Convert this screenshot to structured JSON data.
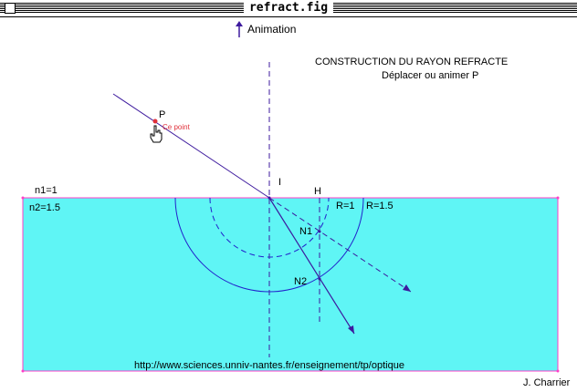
{
  "window": {
    "title": "refract.fig"
  },
  "toolbar": {
    "animation_label": "Animation"
  },
  "heading": {
    "title": "CONSTRUCTION DU RAYON REFRACTE",
    "subtitle": "Déplacer ou animer P"
  },
  "labels": {
    "point_p": "P",
    "point_hint": "Ce point",
    "point_i": "I",
    "point_h": "H",
    "n1_value": "n1=1",
    "n2_value": "n2=1.5",
    "circle_small": "R=1",
    "circle_large": "R=1.5",
    "intersection_1": "N1",
    "intersection_2": "N2"
  },
  "footer": {
    "url": "http://www.sciences.unniv-nantes.fr/enseignement/tp/optique",
    "author": "J. Charrier"
  },
  "colors": {
    "medium_fill": "#5ff5f5",
    "interface_border": "#ff3ec8",
    "ray_color": "#3d1a9e",
    "construction_color": "#2222cc",
    "point_color": "#e0303a"
  },
  "icons": {
    "animation": "up-arrow-icon",
    "cursor": "hand-pointer-icon"
  }
}
